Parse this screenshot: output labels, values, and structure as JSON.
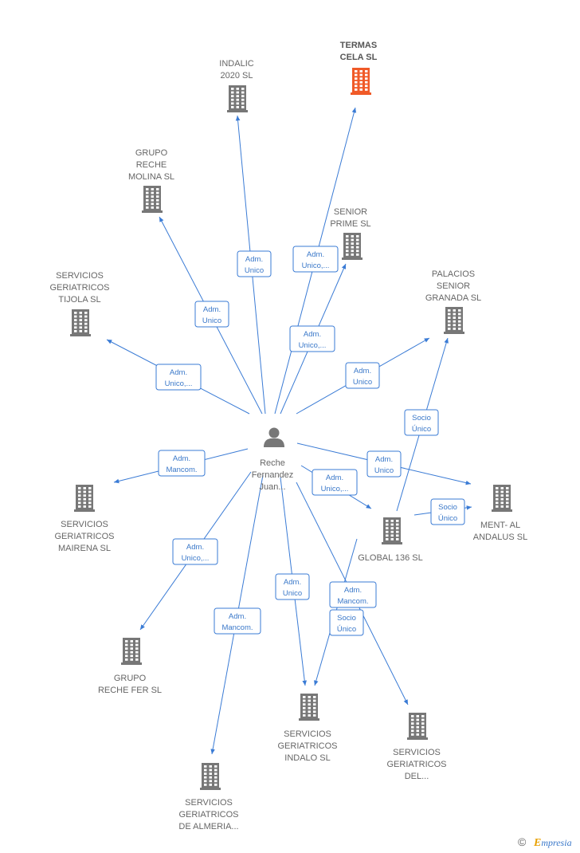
{
  "colors": {
    "edge": "#3a7bd5",
    "node": "#777777",
    "focus_node": "#f05a28",
    "label_box_border": "#3a7bd5",
    "label_text": "#3a78c9"
  },
  "person": {
    "id": "person",
    "label_lines": [
      "Reche",
      "Fernandez",
      "Juan..."
    ],
    "icon": "person-icon"
  },
  "companies": [
    {
      "id": "termas",
      "label_lines": [
        "TERMAS",
        "CELA  SL"
      ],
      "focus": true,
      "icon": "building-icon"
    },
    {
      "id": "indalic",
      "label_lines": [
        "INDALIC",
        "2020  SL"
      ],
      "icon": "building-icon"
    },
    {
      "id": "grupo_molina",
      "label_lines": [
        "GRUPO",
        "RECHE",
        "MOLINA  SL"
      ],
      "icon": "building-icon"
    },
    {
      "id": "senior_prime",
      "label_lines": [
        "SENIOR",
        "PRIME  SL"
      ],
      "icon": "building-icon"
    },
    {
      "id": "tijola",
      "label_lines": [
        "SERVICIOS",
        "GERIATRICOS",
        "TIJOLA  SL"
      ],
      "icon": "building-icon"
    },
    {
      "id": "palacios",
      "label_lines": [
        "PALACIOS",
        "SENIOR",
        "GRANADA  SL"
      ],
      "icon": "building-icon"
    },
    {
      "id": "mairena",
      "label_lines": [
        "SERVICIOS",
        "GERIATRICOS",
        "MAIRENA  SL"
      ],
      "icon": "building-icon"
    },
    {
      "id": "mental",
      "label_lines": [
        "MENT-  AL",
        "ANDALUS  SL"
      ],
      "icon": "building-icon"
    },
    {
      "id": "global",
      "label_lines": [
        "GLOBAL 136 SL"
      ],
      "icon": "building-icon"
    },
    {
      "id": "grupo_fer",
      "label_lines": [
        "GRUPO",
        "RECHE FER  SL"
      ],
      "icon": "building-icon"
    },
    {
      "id": "indalo",
      "label_lines": [
        "SERVICIOS",
        "GERIATRICOS",
        "INDALO  SL"
      ],
      "icon": "building-icon"
    },
    {
      "id": "del",
      "label_lines": [
        "SERVICIOS",
        "GERIATRICOS",
        "DEL..."
      ],
      "icon": "building-icon"
    },
    {
      "id": "almeria",
      "label_lines": [
        "SERVICIOS",
        "GERIATRICOS",
        "DE ALMERIA..."
      ],
      "icon": "building-icon"
    }
  ],
  "edges": [
    {
      "from": "person",
      "to": "indalic",
      "label_lines": [
        "Adm.",
        "Unico"
      ]
    },
    {
      "from": "person",
      "to": "termas",
      "label_lines": [
        "Adm.",
        "Unico,..."
      ]
    },
    {
      "from": "person",
      "to": "grupo_molina",
      "label_lines": [
        "Adm.",
        "Unico"
      ]
    },
    {
      "from": "person",
      "to": "senior_prime",
      "label_lines": [
        "Adm.",
        "Unico,..."
      ]
    },
    {
      "from": "person",
      "to": "tijola",
      "label_lines": [
        "Adm.",
        "Unico,..."
      ]
    },
    {
      "from": "person",
      "to": "palacios",
      "label_lines": [
        "Adm.",
        "Unico"
      ]
    },
    {
      "from": "person",
      "to": "mairena",
      "label_lines": [
        "Adm.",
        "Mancom."
      ]
    },
    {
      "from": "person",
      "to": "mental",
      "label_lines": [
        "Adm.",
        "Unico"
      ]
    },
    {
      "from": "person",
      "to": "global",
      "label_lines": [
        "Adm.",
        "Unico,..."
      ]
    },
    {
      "from": "person",
      "to": "grupo_fer",
      "label_lines": [
        "Adm.",
        "Unico,..."
      ]
    },
    {
      "from": "person",
      "to": "indalo",
      "label_lines": [
        "Adm.",
        "Unico"
      ]
    },
    {
      "from": "person",
      "to": "del",
      "label_lines": [
        "Adm.",
        "Mancom."
      ]
    },
    {
      "from": "person",
      "to": "almeria",
      "label_lines": [
        "Adm.",
        "Mancom."
      ]
    },
    {
      "from": "global",
      "to": "palacios",
      "label_lines": [
        "Socio",
        "Único"
      ]
    },
    {
      "from": "global",
      "to": "mental",
      "label_lines": [
        "Socio",
        "Único"
      ]
    },
    {
      "from": "global",
      "to": "indalo",
      "label_lines": [
        "Socio",
        "Único"
      ]
    }
  ],
  "footer": {
    "copyright_symbol": "©",
    "brand_first": "E",
    "brand_rest": "mpresia"
  }
}
